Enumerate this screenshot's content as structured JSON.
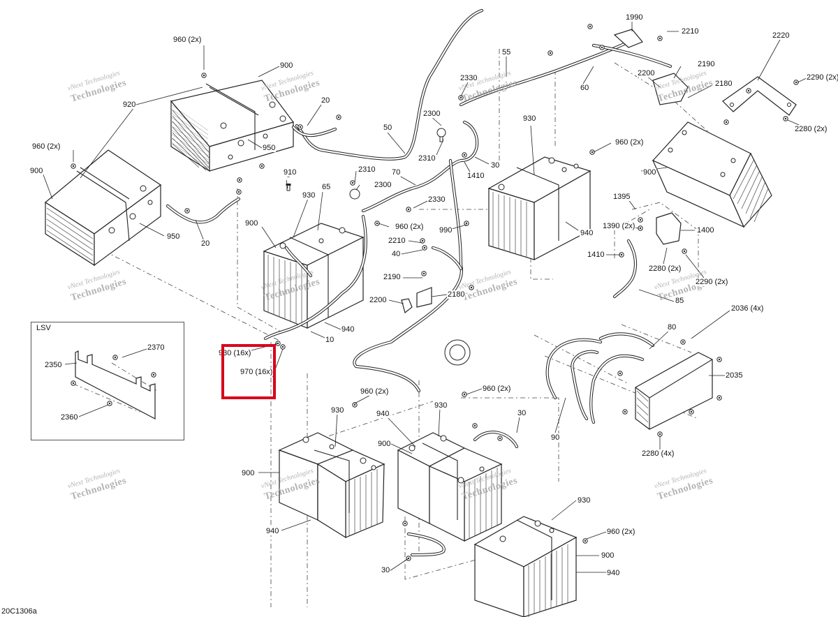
{
  "diagram": {
    "reference_code": "20C1306a",
    "inset_title": "LSV",
    "watermark_line1": "vNext Technologies",
    "watermark_line2": "Technologies",
    "callouts": [
      {
        "id": "c1990",
        "text": "1990"
      },
      {
        "id": "c2210a",
        "text": "2210"
      },
      {
        "id": "c2220",
        "text": "2220"
      },
      {
        "id": "c2290a",
        "text": "2290 (2x)"
      },
      {
        "id": "c2280a",
        "text": "2280 (2x)"
      },
      {
        "id": "c2190a",
        "text": "2190"
      },
      {
        "id": "c2180a",
        "text": "2180"
      },
      {
        "id": "c2200a",
        "text": "2200"
      },
      {
        "id": "c55",
        "text": "55"
      },
      {
        "id": "c60",
        "text": "60"
      },
      {
        "id": "c2330a",
        "text": "2330"
      },
      {
        "id": "c960a",
        "text": "960 (2x)"
      },
      {
        "id": "c900a",
        "text": "900"
      },
      {
        "id": "c920",
        "text": "920"
      },
      {
        "id": "c20a",
        "text": "20"
      },
      {
        "id": "c950a",
        "text": "950"
      },
      {
        "id": "c960b",
        "text": "960 (2x)"
      },
      {
        "id": "c900b",
        "text": "900"
      },
      {
        "id": "c950b",
        "text": "950"
      },
      {
        "id": "c20b",
        "text": "20"
      },
      {
        "id": "c50",
        "text": "50"
      },
      {
        "id": "c2300a",
        "text": "2300"
      },
      {
        "id": "c2310a",
        "text": "2310"
      },
      {
        "id": "c930a",
        "text": "930"
      },
      {
        "id": "c960c",
        "text": "960 (2x)"
      },
      {
        "id": "c30a",
        "text": "30"
      },
      {
        "id": "c1410a",
        "text": "1410"
      },
      {
        "id": "c900c",
        "text": "900"
      },
      {
        "id": "c940a",
        "text": "940"
      },
      {
        "id": "c910",
        "text": "910"
      },
      {
        "id": "c2310b",
        "text": "2310"
      },
      {
        "id": "c2300b",
        "text": "2300"
      },
      {
        "id": "c70",
        "text": "70"
      },
      {
        "id": "c930b",
        "text": "930"
      },
      {
        "id": "c65",
        "text": "65"
      },
      {
        "id": "c2330b",
        "text": "2330"
      },
      {
        "id": "c960d",
        "text": "960 (2x)"
      },
      {
        "id": "c990",
        "text": "990"
      },
      {
        "id": "c900d",
        "text": "900"
      },
      {
        "id": "c2210b",
        "text": "2210"
      },
      {
        "id": "c40",
        "text": "40"
      },
      {
        "id": "c2190b",
        "text": "2190"
      },
      {
        "id": "c2200b",
        "text": "2200"
      },
      {
        "id": "c2180b",
        "text": "2180"
      },
      {
        "id": "c940b",
        "text": "940"
      },
      {
        "id": "c10",
        "text": "10"
      },
      {
        "id": "c930c",
        "text": "930 (16x)"
      },
      {
        "id": "c970",
        "text": "970 (16x)"
      },
      {
        "id": "c1395",
        "text": "1395"
      },
      {
        "id": "c1390",
        "text": "1390 (2x)"
      },
      {
        "id": "c1400",
        "text": "1400"
      },
      {
        "id": "c1410b",
        "text": "1410"
      },
      {
        "id": "c2280b",
        "text": "2280 (2x)"
      },
      {
        "id": "c2290b",
        "text": "2290 (2x)"
      },
      {
        "id": "c85",
        "text": "85"
      },
      {
        "id": "c2036",
        "text": "2036 (4x)"
      },
      {
        "id": "c80",
        "text": "80"
      },
      {
        "id": "c2035",
        "text": "2035"
      },
      {
        "id": "c90",
        "text": "90"
      },
      {
        "id": "c2280c",
        "text": "2280 (4x)"
      },
      {
        "id": "c2370",
        "text": "2370"
      },
      {
        "id": "c2350",
        "text": "2350"
      },
      {
        "id": "c2360",
        "text": "2360"
      },
      {
        "id": "c960e",
        "text": "960 (2x)"
      },
      {
        "id": "c960f",
        "text": "960 (2x)"
      },
      {
        "id": "c930d",
        "text": "930"
      },
      {
        "id": "c940c",
        "text": "940"
      },
      {
        "id": "c930e",
        "text": "930"
      },
      {
        "id": "c30b",
        "text": "30"
      },
      {
        "id": "c900e",
        "text": "900"
      },
      {
        "id": "c900f",
        "text": "900"
      },
      {
        "id": "c940d",
        "text": "940"
      },
      {
        "id": "c930f",
        "text": "930"
      },
      {
        "id": "c960g",
        "text": "960 (2x)"
      },
      {
        "id": "c900g",
        "text": "900"
      },
      {
        "id": "c940e",
        "text": "940"
      },
      {
        "id": "c30c",
        "text": "30"
      }
    ]
  },
  "colors": {
    "highlight": "#d9001b",
    "line": "#222222",
    "watermark": "#9a9a9a"
  }
}
